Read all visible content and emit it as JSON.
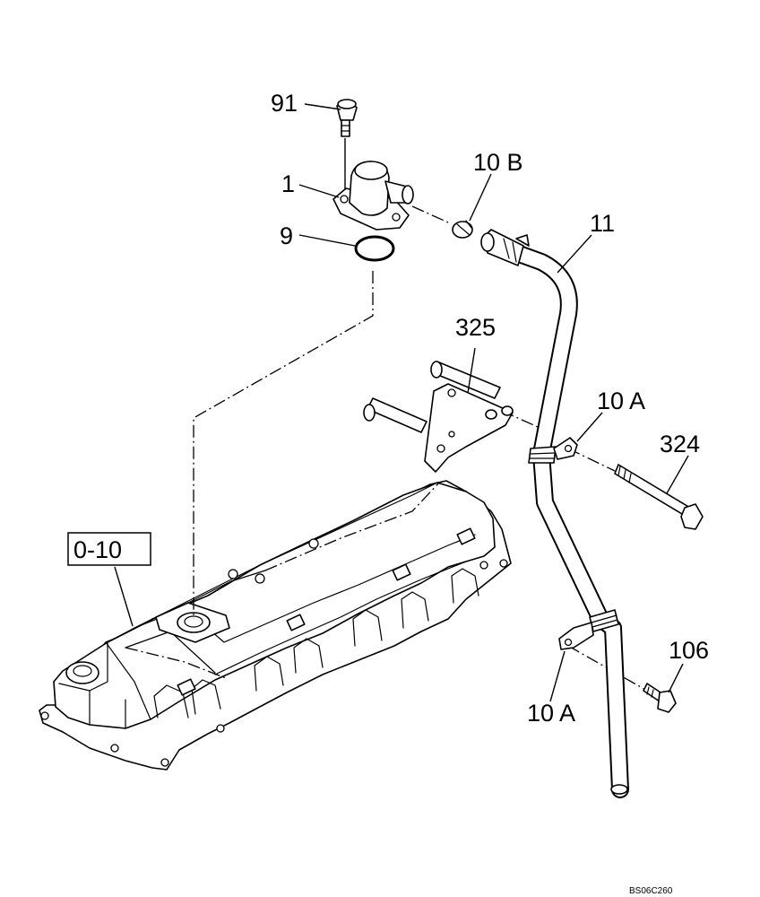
{
  "diagram": {
    "callouts": {
      "c91": "91",
      "c1": "1",
      "c9": "9",
      "c10b": "10 B",
      "c11": "11",
      "c325": "325",
      "c10a_top": "10 A",
      "c324": "324",
      "c010": "0-10",
      "c106": "106",
      "c10a_bottom": "10 A"
    },
    "drawing_code": "BS06C260"
  }
}
